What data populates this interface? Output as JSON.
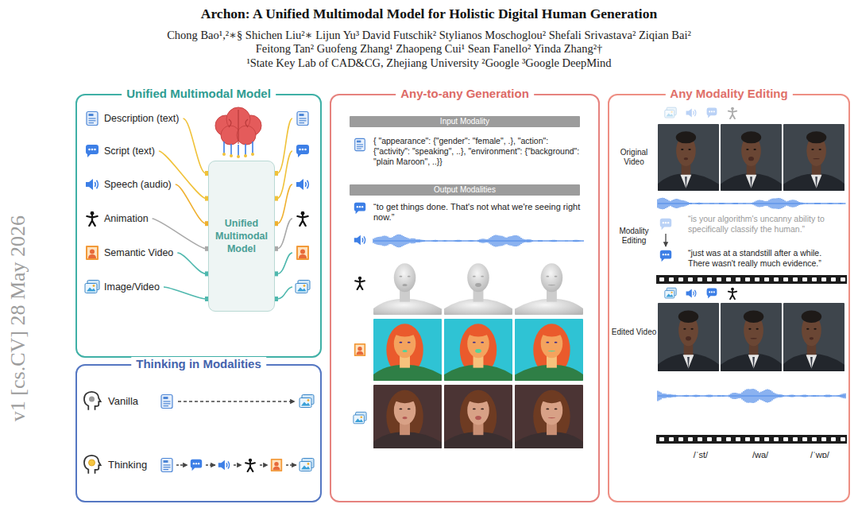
{
  "diagram": {
    "title": "Archon: A Unified Multimodal Model for Holistic Digital Human Generation",
    "nodes": [
      {
        "text": [
          "Unified Multimodal Model"
        ]
      },
      {
        "text": [
          "Unified Multimodal Model"
        ],
        "in": 0
      },
      {
        "text": [
          "Thinking in Modalities"
        ]
      },
      {
        "text": [
          "Any-to-any Generation"
        ]
      },
      {
        "text": [
          "Input Modality"
        ],
        "in": 3
      },
      {
        "text": [
          "Output Modalities"
        ],
        "in": 3
      },
      {
        "text": [
          "Any Modality Editing"
        ]
      }
    ],
    "labels": [
      "Chong Bao¹,²∗§ Shichen Liu²∗ Lijun Yu³ David Futschik² Stylianos Moschoglou² Shefali Srivastava² Ziqian Bai² Feitong Tan² Guofeng Zhang¹ Zhaopeng Cui¹ Sean Fanello² Yinda Zhang²†",
      "¹State Key Lab of CAD&CG, Zhejiang University ²Google ³Google DeepMind",
      "v1 [cs.CV] 28 May 2026",
      "Description (text)",
      "Script (text)",
      "Speech (audio)",
      "Animation",
      "Semantic Video",
      "Image/Video",
      "Vanilla",
      "Thinking",
      "{ \"appearance\": {\"gender\": \"female\", .}, \"action\": {\"activity\": \"speaking\", ..}, \"environment\": {\"background\": \"plain Maroon\", ..}}",
      "“to get things done. That's not what we're seeing right now.”",
      "Original Video",
      "Modality Editing",
      "“is your algorithm's uncanny ability to specifically classify the human.”",
      "“just was at a standstill after a while. There wasn't really much evidence.”",
      "Edited Video",
      "/ˈst/",
      "/wa/",
      "/ˈwɒ/"
    ]
  }
}
